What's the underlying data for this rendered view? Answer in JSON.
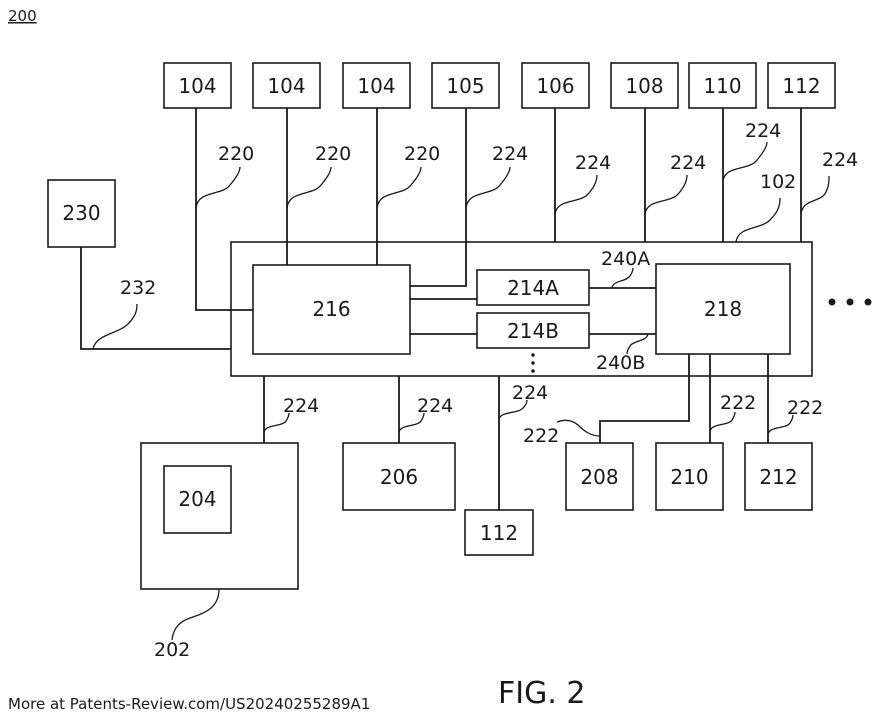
{
  "figure": {
    "id": "200",
    "title": "FIG. 2",
    "footer": "More at Patents-Review.com/US20240255289A1",
    "continuation": "..."
  },
  "top_devices": [
    {
      "label": "104",
      "link_label": "220"
    },
    {
      "label": "104",
      "link_label": "220"
    },
    {
      "label": "104",
      "link_label": "220"
    },
    {
      "label": "105",
      "link_label": "224"
    },
    {
      "label": "106",
      "link_label": "224"
    },
    {
      "label": "108",
      "link_label": "224"
    },
    {
      "label": "110",
      "link_label": "224"
    },
    {
      "label": "112",
      "link_label": "224"
    }
  ],
  "main_unit": {
    "label": "102",
    "controller": "216",
    "interfaces": [
      "214A",
      "214B"
    ],
    "processor": "218",
    "interface_links": [
      "240A",
      "240B"
    ]
  },
  "side_device": {
    "label": "230",
    "link_label": "232"
  },
  "bottom_devices": [
    {
      "label": "202",
      "inner": "204",
      "link_label": "224"
    },
    {
      "label": "206",
      "link_label": "224"
    },
    {
      "label": "112",
      "link_label": "224"
    },
    {
      "label": "208",
      "link_label": "222"
    },
    {
      "label": "210",
      "link_label": "222"
    },
    {
      "label": "212",
      "link_label": "222"
    }
  ]
}
